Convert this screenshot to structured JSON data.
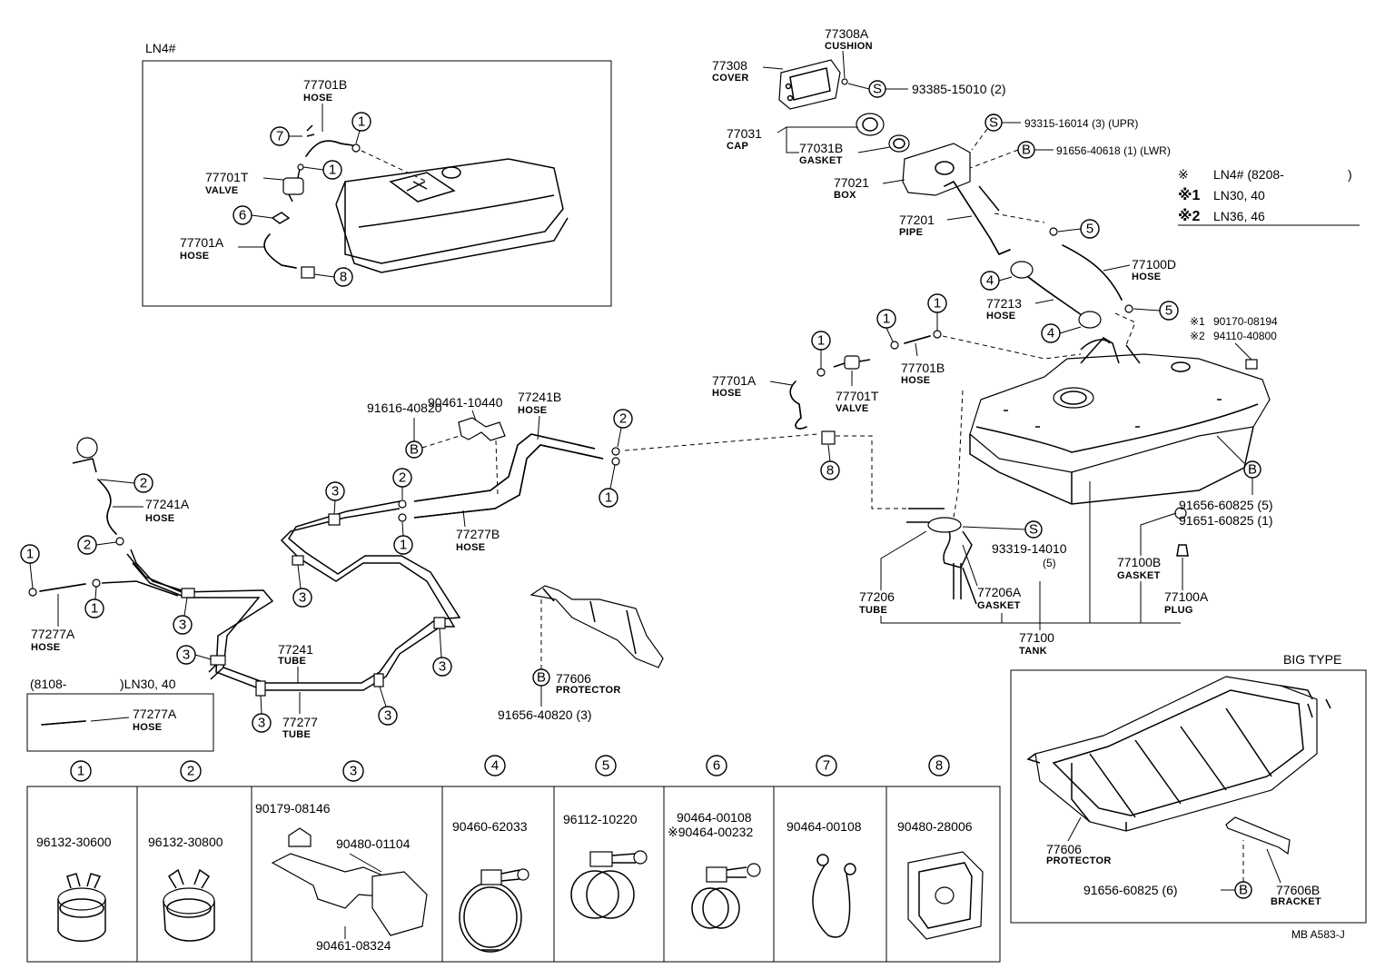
{
  "inset_ln4": {
    "label": "LN4#",
    "hose_77701B": {
      "part": "77701B",
      "name": "HOSE"
    },
    "valve_77701T": {
      "part": "77701T",
      "name": "VALVE"
    },
    "hose_77701A": {
      "part": "77701A",
      "name": "HOSE"
    },
    "refs": [
      "1",
      "1",
      "6",
      "7",
      "8"
    ]
  },
  "filler": {
    "cushion": {
      "part": "77308A",
      "name": "CUSHION"
    },
    "cover": {
      "part": "77308",
      "name": "COVER"
    },
    "screw_1": {
      "code": "S",
      "part": "93385-15010 (2)"
    },
    "screw_2": {
      "code": "S",
      "part": "93315-16014 (3) (UPR)"
    },
    "bolt_1": {
      "code": "B",
      "part": "91656-40618 (1) (LWR)"
    },
    "cap": {
      "part": "77031",
      "name": "CAP"
    },
    "gasket": {
      "part": "77031B",
      "name": "GASKET"
    },
    "box": {
      "part": "77021",
      "name": "BOX"
    },
    "pipe": {
      "part": "77201",
      "name": "PIPE"
    },
    "hose_77100D": {
      "part": "77100D",
      "name": "HOSE"
    },
    "hose_77213": {
      "part": "77213",
      "name": "HOSE"
    }
  },
  "legend": {
    "row1": {
      "mark": "※",
      "text": "LN4# (8208-",
      "close": ")"
    },
    "row2": {
      "mark": "※1",
      "text": "LN30, 40"
    },
    "row3": {
      "mark": "※2",
      "text": "LN36, 46"
    }
  },
  "tank_area": {
    "nut_1": {
      "mark": "※1",
      "part": "90170-08194"
    },
    "nut_2": {
      "mark": "※2",
      "part": "94110-40800"
    },
    "hose_77701A": {
      "part": "77701A",
      "name": "HOSE"
    },
    "valve_77701T": {
      "part": "77701T",
      "name": "VALVE"
    },
    "hose_77701B": {
      "part": "77701B",
      "name": "HOSE"
    },
    "bolt_b": {
      "code": "B",
      "part": "91656-60825 (5)",
      "part2": "91651-60825 (1)"
    },
    "screw_s": {
      "code": "S",
      "part": "93319-14010",
      "qty": "(5)"
    },
    "gasket_77100B": {
      "part": "77100B",
      "name": "GASKET"
    },
    "plug_77100A": {
      "part": "77100A",
      "name": "PLUG"
    },
    "tube_77206": {
      "part": "77206",
      "name": "TUBE"
    },
    "gasket_77206A": {
      "part": "77206A",
      "name": "GASKET"
    },
    "tank_77100": {
      "part": "77100",
      "name": "TANK"
    }
  },
  "lines": {
    "clamp_90461": {
      "part": "90461-10440"
    },
    "bolt_91616": {
      "code": "B",
      "part": "91616-40820"
    },
    "hose_77241B": {
      "part": "77241B",
      "name": "HOSE"
    },
    "hose_77277B": {
      "part": "77277B",
      "name": "HOSE"
    },
    "hose_77241A": {
      "part": "77241A",
      "name": "HOSE"
    },
    "hose_77277A": {
      "part": "77277A",
      "name": "HOSE"
    },
    "tube_77241": {
      "part": "77241",
      "name": "TUBE"
    },
    "tube_77277": {
      "part": "77277",
      "name": "TUBE"
    },
    "protector_77606": {
      "part": "77606",
      "name": "PROTECTOR"
    },
    "bolt_91656": {
      "code": "B",
      "part": "91656-40820 (3)"
    }
  },
  "inset_ln30": {
    "label_open": "(8108-",
    "label_close": ")LN30, 40",
    "part": "77277A",
    "name": "HOSE"
  },
  "parts_table": [
    {
      "num": "1",
      "parts": [
        "96132-30600"
      ]
    },
    {
      "num": "2",
      "parts": [
        "96132-30800"
      ]
    },
    {
      "num": "3",
      "parts": [
        "90179-08146",
        "90480-01104",
        "90461-08324"
      ]
    },
    {
      "num": "4",
      "parts": [
        "90460-62033"
      ]
    },
    {
      "num": "5",
      "parts": [
        "96112-10220"
      ]
    },
    {
      "num": "6",
      "parts": [
        "90464-00108",
        "※90464-00232"
      ]
    },
    {
      "num": "7",
      "parts": [
        "90464-00108"
      ]
    },
    {
      "num": "8",
      "parts": [
        "90480-28006"
      ]
    }
  ],
  "big_type": {
    "label": "BIG TYPE",
    "protector": {
      "part": "77606",
      "name": "PROTECTOR"
    },
    "bracket": {
      "part": "77606B",
      "name": "BRACKET"
    },
    "bolt": {
      "code": "B",
      "part": "91656-60825 (6)"
    }
  },
  "ref_code": "MB A583-J"
}
